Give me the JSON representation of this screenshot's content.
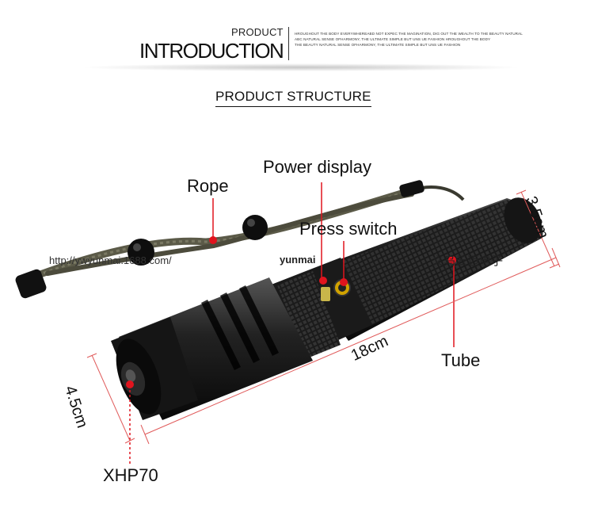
{
  "header": {
    "product": "PRODUCT",
    "introduction": "INTRODUCTION",
    "description": [
      "HROUGHOUT THE BODY EVERYWHEREABD NOT EXPEC THE MAGINATION, DIG OUT THE WEALTH TO THE BEAUTY NATURAL",
      "ABC NATURAL SENSE OFHARMONY, THE ULTIMATE SIMPLE BUT UNS UE FASHION HROUGHOUT THE BODY",
      "THE BEAUTY NATURAL SENSE OFHARMONY, THE ULTIMATE SIMPLE BUT UNS UE FASHION"
    ]
  },
  "section_title": "PRODUCT STRUCTURE",
  "labels": {
    "rope": "Rope",
    "power_display": "Power display",
    "press_switch": "Press switch",
    "tube": "Tube",
    "xhp70": "XHP70",
    "length": "18cm",
    "tail_diameter": "3.5cm",
    "head_diameter": "4.5cm"
  },
  "watermarks": {
    "url": "http://ywyunmai.1688.com/",
    "brand": "yunmai",
    "chinese": "义乌云迈电子"
  },
  "colors": {
    "marker": "#e0141e",
    "dimension_line": "#e05a5a",
    "body": "#1a1a1a",
    "rope": "#5b5a48"
  }
}
